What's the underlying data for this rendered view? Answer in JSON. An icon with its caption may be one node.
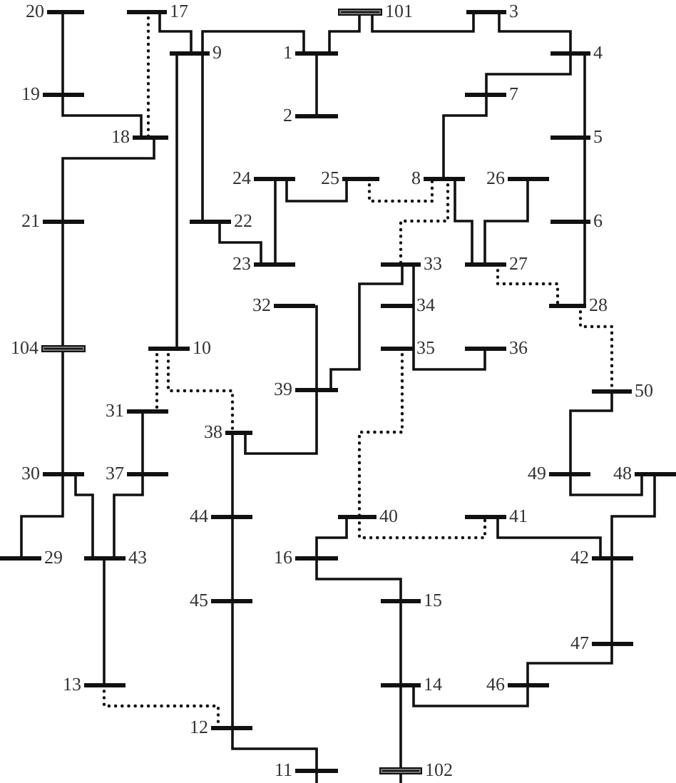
{
  "diagram": {
    "nodes": [
      {
        "text": [
          "20"
        ]
      },
      {
        "text": [
          "17"
        ]
      },
      {
        "text": [
          "101"
        ]
      },
      {
        "text": [
          "3"
        ]
      },
      {
        "text": [
          "9"
        ]
      },
      {
        "text": [
          "1"
        ]
      },
      {
        "text": [
          "4"
        ]
      },
      {
        "text": [
          "19"
        ]
      },
      {
        "text": [
          "7"
        ]
      },
      {
        "text": [
          "2"
        ]
      },
      {
        "text": [
          "18"
        ]
      },
      {
        "text": [
          "5"
        ]
      },
      {
        "text": [
          "24"
        ]
      },
      {
        "text": [
          "25"
        ]
      },
      {
        "text": [
          "8"
        ]
      },
      {
        "text": [
          "26"
        ]
      },
      {
        "text": [
          "21"
        ]
      },
      {
        "text": [
          "22"
        ]
      },
      {
        "text": [
          "6"
        ]
      },
      {
        "text": [
          "23"
        ]
      },
      {
        "text": [
          "33"
        ]
      },
      {
        "text": [
          "27"
        ]
      },
      {
        "text": [
          "32"
        ]
      },
      {
        "text": [
          "34"
        ]
      },
      {
        "text": [
          "28"
        ]
      },
      {
        "text": [
          "104"
        ]
      },
      {
        "text": [
          "10"
        ]
      },
      {
        "text": [
          "35"
        ]
      },
      {
        "text": [
          "36"
        ]
      },
      {
        "text": [
          "39"
        ]
      },
      {
        "text": [
          "50"
        ]
      },
      {
        "text": [
          "31"
        ]
      },
      {
        "text": [
          "38"
        ]
      },
      {
        "text": [
          "30"
        ]
      },
      {
        "text": [
          "37"
        ]
      },
      {
        "text": [
          "49"
        ]
      },
      {
        "text": [
          "48"
        ]
      },
      {
        "text": [
          "44"
        ]
      },
      {
        "text": [
          "40"
        ]
      },
      {
        "text": [
          "41"
        ]
      },
      {
        "text": [
          "29"
        ]
      },
      {
        "text": [
          "43"
        ]
      },
      {
        "text": [
          "16"
        ]
      },
      {
        "text": [
          "42"
        ]
      },
      {
        "text": [
          "45"
        ]
      },
      {
        "text": [
          "15"
        ]
      },
      {
        "text": [
          "47"
        ]
      },
      {
        "text": [
          "13"
        ]
      },
      {
        "text": [
          "14"
        ]
      },
      {
        "text": [
          "46"
        ]
      },
      {
        "text": [
          "12"
        ]
      },
      {
        "text": [
          "11"
        ]
      },
      {
        "text": [
          "102"
        ]
      }
    ],
    "edges": [
      {
        "from": 0,
        "to": 7,
        "arrow": "none"
      },
      {
        "from": 7,
        "to": 10,
        "arrow": "none"
      },
      {
        "from": 1,
        "to": 10,
        "arrow": "none",
        "style": "dashed"
      },
      {
        "from": 10,
        "to": 16,
        "arrow": "none"
      },
      {
        "from": 16,
        "to": 25,
        "arrow": "none"
      },
      {
        "from": 25,
        "to": 33,
        "arrow": "none"
      },
      {
        "from": 33,
        "to": 40,
        "arrow": "none"
      },
      {
        "from": 1,
        "to": 4,
        "arrow": "none"
      },
      {
        "from": 4,
        "to": 26,
        "arrow": "none"
      },
      {
        "from": 4,
        "to": 5,
        "arrow": "none"
      },
      {
        "from": 4,
        "to": 17,
        "arrow": "none"
      },
      {
        "from": 5,
        "to": 9,
        "arrow": "none"
      },
      {
        "from": 2,
        "to": 5,
        "arrow": "none"
      },
      {
        "from": 2,
        "to": 3,
        "arrow": "none"
      },
      {
        "from": 3,
        "to": 6,
        "arrow": "none"
      },
      {
        "from": 6,
        "to": 8,
        "arrow": "none"
      },
      {
        "from": 8,
        "to": 14,
        "arrow": "none"
      },
      {
        "from": 6,
        "to": 11,
        "arrow": "none"
      },
      {
        "from": 11,
        "to": 18,
        "arrow": "none"
      },
      {
        "from": 18,
        "to": 24,
        "arrow": "none"
      },
      {
        "from": 17,
        "to": 19,
        "arrow": "none"
      },
      {
        "from": 12,
        "to": 19,
        "arrow": "none"
      },
      {
        "from": 12,
        "to": 13,
        "arrow": "none"
      },
      {
        "from": 13,
        "to": 14,
        "arrow": "none",
        "style": "dashed"
      },
      {
        "from": 14,
        "to": 20,
        "arrow": "none",
        "style": "dashed"
      },
      {
        "from": 14,
        "to": 21,
        "arrow": "none"
      },
      {
        "from": 15,
        "to": 21,
        "arrow": "none"
      },
      {
        "from": 21,
        "to": 24,
        "arrow": "none",
        "style": "dashed"
      },
      {
        "from": 24,
        "to": 30,
        "arrow": "none",
        "style": "dashed"
      },
      {
        "from": 20,
        "to": 23,
        "arrow": "none"
      },
      {
        "from": 23,
        "to": 27,
        "arrow": "none"
      },
      {
        "from": 27,
        "to": 28,
        "arrow": "none"
      },
      {
        "from": 20,
        "to": 29,
        "arrow": "none"
      },
      {
        "from": 22,
        "to": 29,
        "arrow": "none"
      },
      {
        "from": 29,
        "to": 32,
        "arrow": "none"
      },
      {
        "from": 26,
        "to": 31,
        "arrow": "none",
        "style": "dashed"
      },
      {
        "from": 26,
        "to": 32,
        "arrow": "none",
        "style": "dashed"
      },
      {
        "from": 31,
        "to": 34,
        "arrow": "none"
      },
      {
        "from": 34,
        "to": 41,
        "arrow": "none"
      },
      {
        "from": 33,
        "to": 41,
        "arrow": "none"
      },
      {
        "from": 41,
        "to": 47,
        "arrow": "none"
      },
      {
        "from": 47,
        "to": 50,
        "arrow": "none",
        "style": "dashed"
      },
      {
        "from": 32,
        "to": 37,
        "arrow": "none"
      },
      {
        "from": 37,
        "to": 44,
        "arrow": "none"
      },
      {
        "from": 44,
        "to": 50,
        "arrow": "none"
      },
      {
        "from": 50,
        "to": 51,
        "arrow": "none"
      },
      {
        "from": 27,
        "to": 38,
        "arrow": "none",
        "style": "dashed"
      },
      {
        "from": 38,
        "to": 39,
        "arrow": "none",
        "style": "dashed"
      },
      {
        "from": 38,
        "to": 42,
        "arrow": "none"
      },
      {
        "from": 42,
        "to": 45,
        "arrow": "none"
      },
      {
        "from": 45,
        "to": 48,
        "arrow": "none"
      },
      {
        "from": 48,
        "to": 52,
        "arrow": "none"
      },
      {
        "from": 48,
        "to": 49,
        "arrow": "none"
      },
      {
        "from": 49,
        "to": 46,
        "arrow": "none"
      },
      {
        "from": 46,
        "to": 43,
        "arrow": "none"
      },
      {
        "from": 43,
        "to": 36,
        "arrow": "none"
      },
      {
        "from": 39,
        "to": 43,
        "arrow": "none"
      },
      {
        "from": 30,
        "to": 35,
        "arrow": "none"
      },
      {
        "from": 35,
        "to": 36,
        "arrow": "none"
      },
      {
        "from": 51,
        "to": null,
        "arrow": "none"
      },
      {
        "from": 52,
        "to": null,
        "arrow": "none"
      }
    ]
  }
}
